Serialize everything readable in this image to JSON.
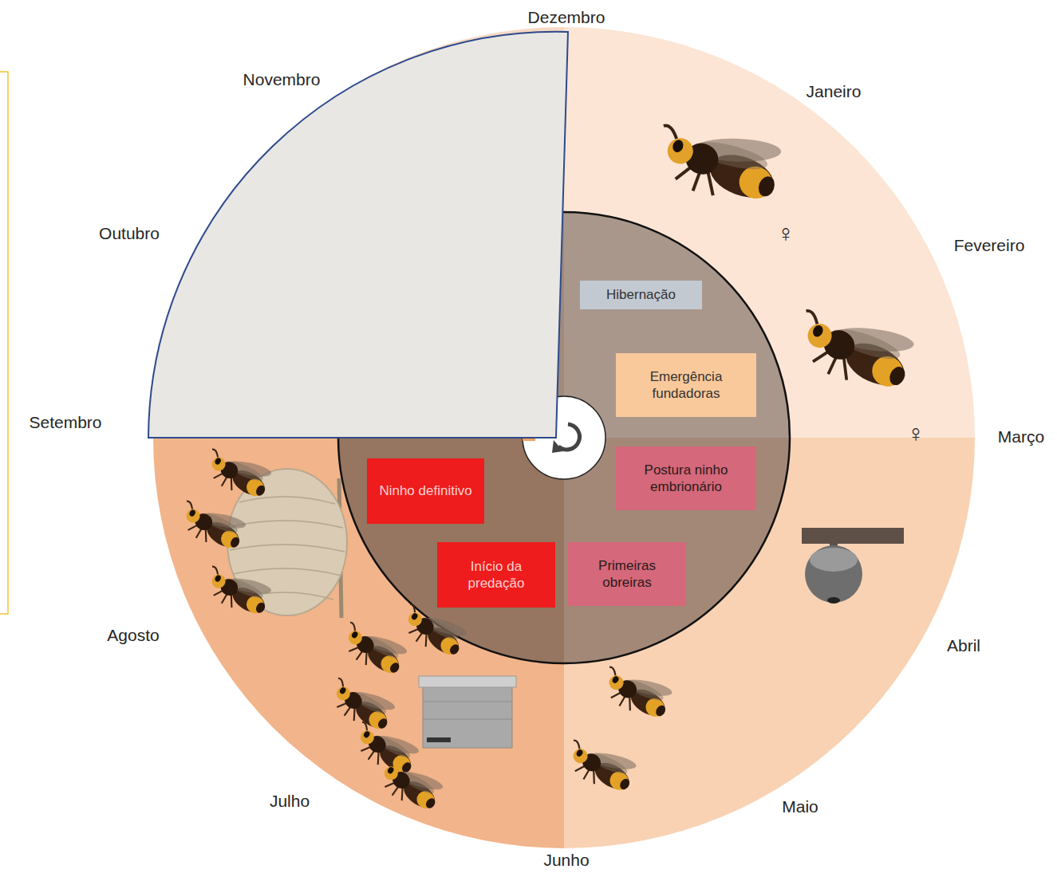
{
  "diagram": {
    "nodes": [
      {
        "text": [
          "Hibernação"
        ]
      },
      {
        "text": [
          "Emergência fundadoras"
        ]
      },
      {
        "text": [
          "Postura ninho embrionário"
        ]
      },
      {
        "text": [
          "Primeiras obreiras"
        ]
      },
      {
        "text": [
          "Início da predação"
        ]
      },
      {
        "text": [
          "Ninho definitivo"
        ]
      }
    ],
    "labels": [
      "Dezembro",
      "Janeiro",
      "Fevereiro",
      "Março",
      "Abril",
      "Maio",
      "Junho",
      "Julho",
      "Agosto",
      "Setembro",
      "Outubro",
      "Novembro",
      "♀",
      "♀"
    ]
  }
}
